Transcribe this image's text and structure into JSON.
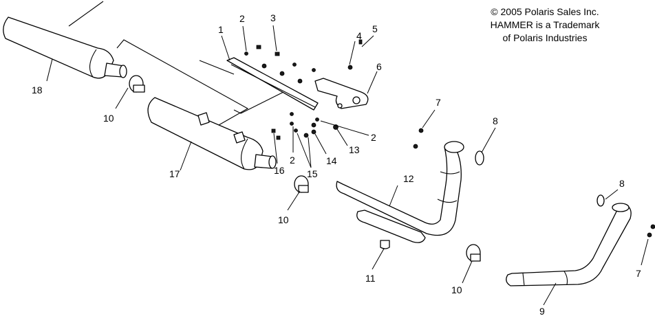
{
  "notice": {
    "line1": "© 2005 Polaris Sales Inc.",
    "line2": "HAMMER is a Trademark",
    "line3": "of Polaris Industries"
  },
  "callouts": {
    "c1": "1",
    "c2a": "2",
    "c3": "3",
    "c4": "4",
    "c5": "5",
    "c6": "6",
    "c2b": "2",
    "c7a": "7",
    "c8a": "8",
    "c13": "13",
    "c14": "14",
    "c15": "15",
    "c2c": "2",
    "c16": "16",
    "c12": "12",
    "c18": "18",
    "c10a": "10",
    "c17": "17",
    "c10b": "10",
    "c11": "11",
    "c10c": "10",
    "c8b": "8",
    "c7b": "7",
    "c9": "9"
  }
}
